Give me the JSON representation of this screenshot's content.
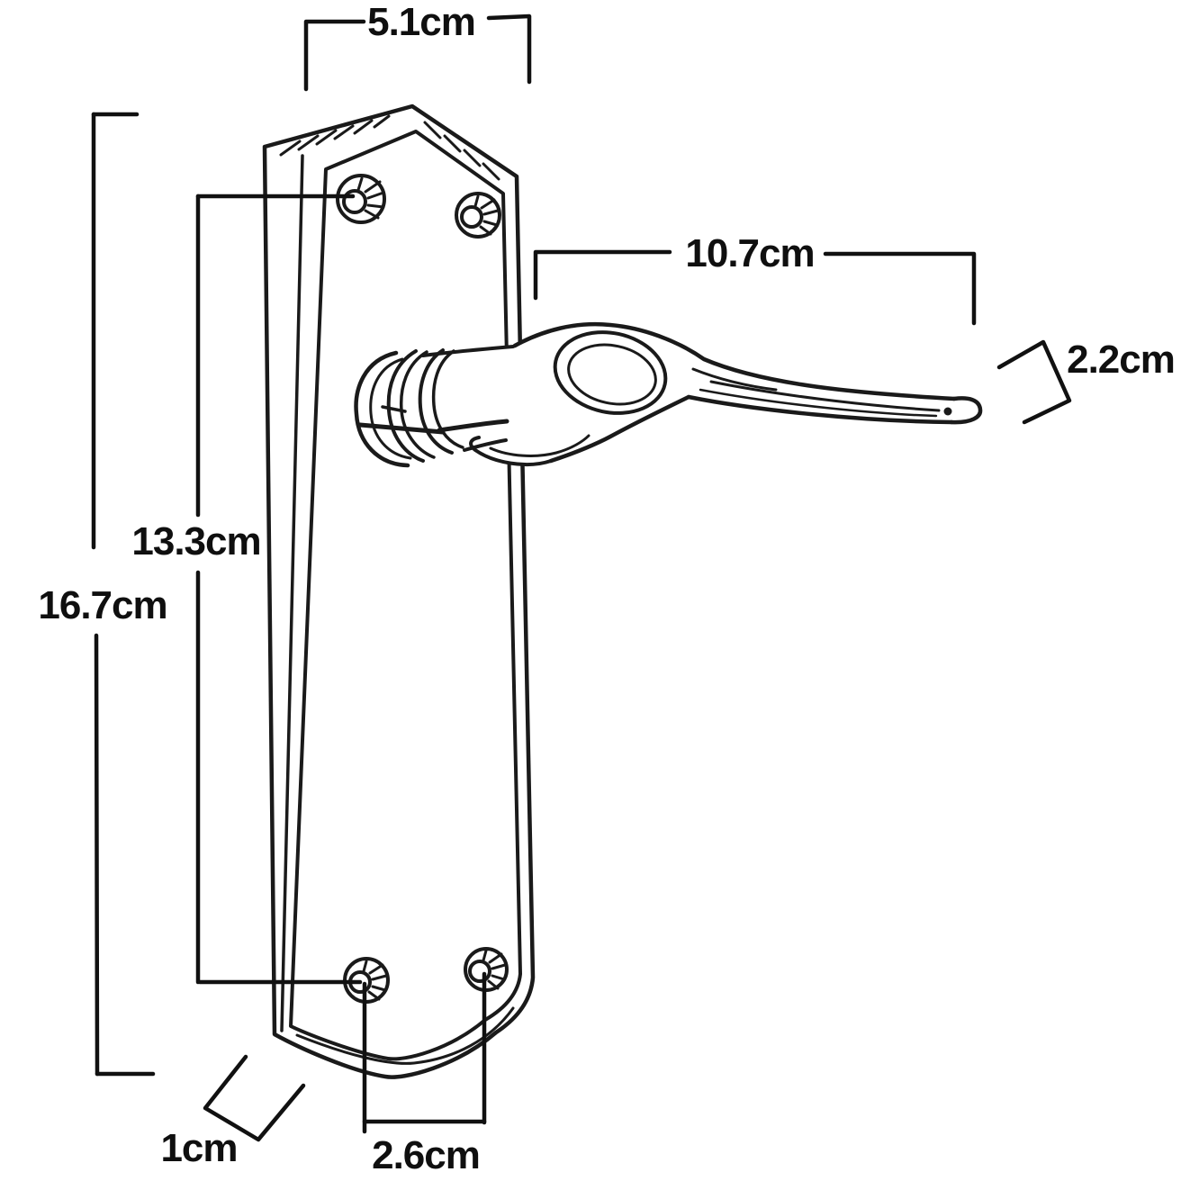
{
  "diagram": {
    "type": "dimension-drawing",
    "subject": "door handle lever on backplate",
    "unit": "cm",
    "ink_color": "#1a1a1a",
    "dimension_line_color": "#111111",
    "background": "#ffffff",
    "labels": {
      "top_width": "5.1cm",
      "lever_length": "10.7cm",
      "lever_tip_thickness": "2.2cm",
      "screw_spacing_vertical": "13.3cm",
      "plate_height": "16.7cm",
      "plate_depth": "1cm",
      "bottom_screw_spacing": "2.6cm"
    }
  }
}
